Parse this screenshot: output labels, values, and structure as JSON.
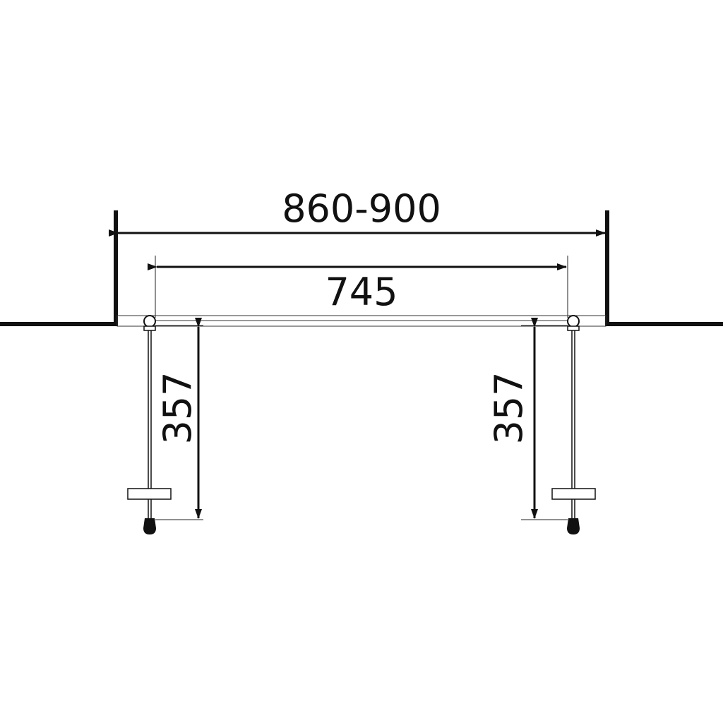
{
  "diagram": {
    "overall_width_label": "860-900",
    "opening_width_label": "745",
    "left_door_depth_label": "357",
    "right_door_depth_label": "357"
  },
  "colors": {
    "line": "#111111",
    "thin_line": "#222222",
    "background": "#ffffff"
  }
}
